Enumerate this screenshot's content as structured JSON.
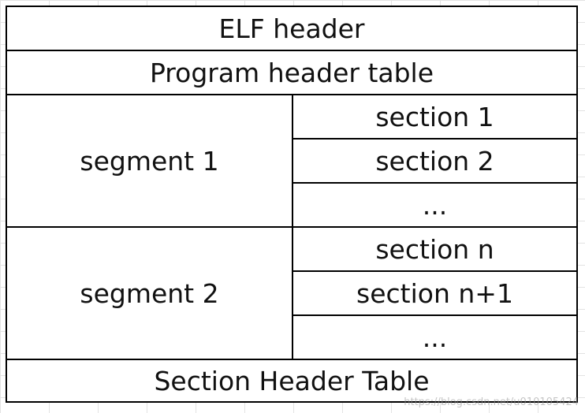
{
  "diagram": {
    "elf_header": "ELF header",
    "program_header_table": "Program header table",
    "segments": [
      {
        "label": "segment 1",
        "sections": [
          "section 1",
          "section 2",
          "..."
        ]
      },
      {
        "label": "segment 2",
        "sections": [
          "section n",
          "section n+1",
          "..."
        ]
      }
    ],
    "section_header_table": "Section Header Table"
  },
  "watermark": "https://blog.csdn.net/u010105424"
}
